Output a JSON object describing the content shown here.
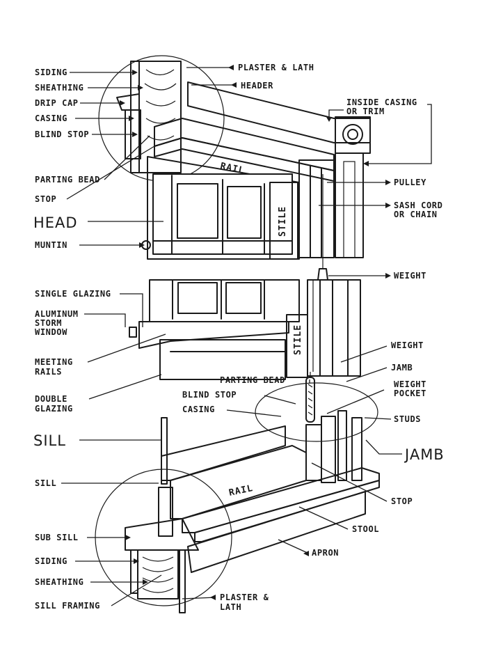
{
  "labels": {
    "siding_top": "SIDING",
    "sheathing_top": "SHEATHING",
    "drip_cap": "DRIP CAP",
    "casing_top": "CASING",
    "blind_stop_top": "BLIND STOP",
    "parting_bead_left": "PARTING BEAD",
    "stop_left": "STOP",
    "head": "HEAD",
    "muntin": "MUNTIN",
    "single_glazing": "SINGLE GLAZING",
    "aluminum_storm": [
      "ALUMINUM",
      "STORM",
      "WINDOW"
    ],
    "meeting_rails": [
      "MEETING",
      "RAILS"
    ],
    "double_glazing": [
      "DOUBLE",
      "GLAZING"
    ],
    "sill_heading": "SILL",
    "sill": "SILL",
    "sub_sill": "SUB SILL",
    "siding_bottom": "SIDING",
    "sheathing_bottom": "SHEATHING",
    "sill_framing": "SILL FRAMING",
    "plaster_lath_top": "PLASTER & LATH",
    "header": "HEADER",
    "inside_casing": [
      "INSIDE CASING",
      "OR TRIM"
    ],
    "pulley": "PULLEY",
    "sash_cord": [
      "SASH CORD",
      "OR CHAIN"
    ],
    "weight_top": "WEIGHT",
    "weight_mid": "WEIGHT",
    "jamb_small": "JAMB",
    "weight_pocket": [
      "WEIGHT",
      "POCKET"
    ],
    "parting_bead_right": "PARTING BEAD",
    "blind_stop_right": "BLIND STOP",
    "casing_right": "CASING",
    "studs": "STUDS",
    "jamb_big": "JAMB",
    "stop_right": "STOP",
    "stool": "STOOL",
    "apron": "APRON",
    "plaster_lath_bottom": [
      "PLASTER &",
      "LATH"
    ],
    "rail_top": "RAIL",
    "stile_top": "STILE",
    "stile_mid": "STILE",
    "rail_bottom": "RAIL"
  },
  "colors": {
    "ink": "#1a1a1a",
    "wood_trim": "#E8B650",
    "wood_trim_dark": "#D9A23C",
    "glass_shade": "#cfcfcf"
  }
}
